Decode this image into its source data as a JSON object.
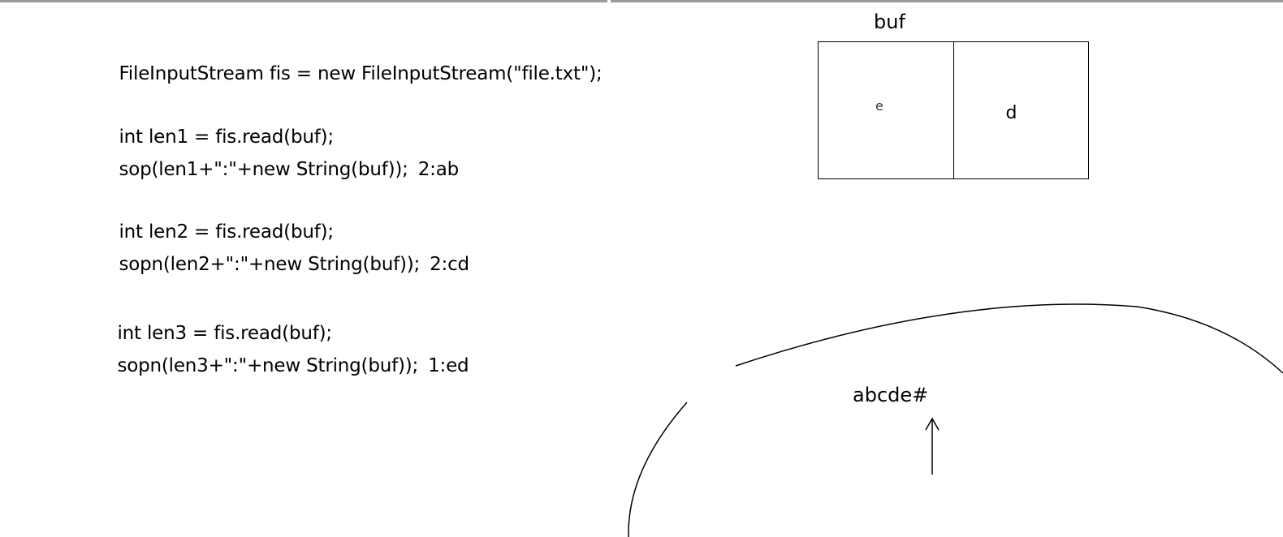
{
  "code": {
    "lines": [
      {
        "text": "FileInputStream fis = new FileInputStream(\"file.txt\");",
        "output": ""
      },
      {
        "text": "int len1 = fis.read(buf);",
        "output": ""
      },
      {
        "text": "sop(len1+\":\"+new String(buf));",
        "output": "2:ab"
      },
      {
        "text": "int len2 = fis.read(buf);",
        "output": ""
      },
      {
        "text": "sopn(len2+\":\"+new String(buf));",
        "output": "2:cd"
      },
      {
        "text": "int len3 = fis.read(buf);",
        "output": ""
      },
      {
        "text": "sopn(len3+\":\"+new String(buf));",
        "output": "1:ed"
      }
    ]
  },
  "buffer": {
    "label": "buf",
    "cells": [
      "e",
      "d"
    ]
  },
  "file": {
    "content": "abcde#",
    "pointer_icon": "up-arrow-icon"
  },
  "colors": {
    "ink": "#000000",
    "rule": "#9a9a9a"
  }
}
